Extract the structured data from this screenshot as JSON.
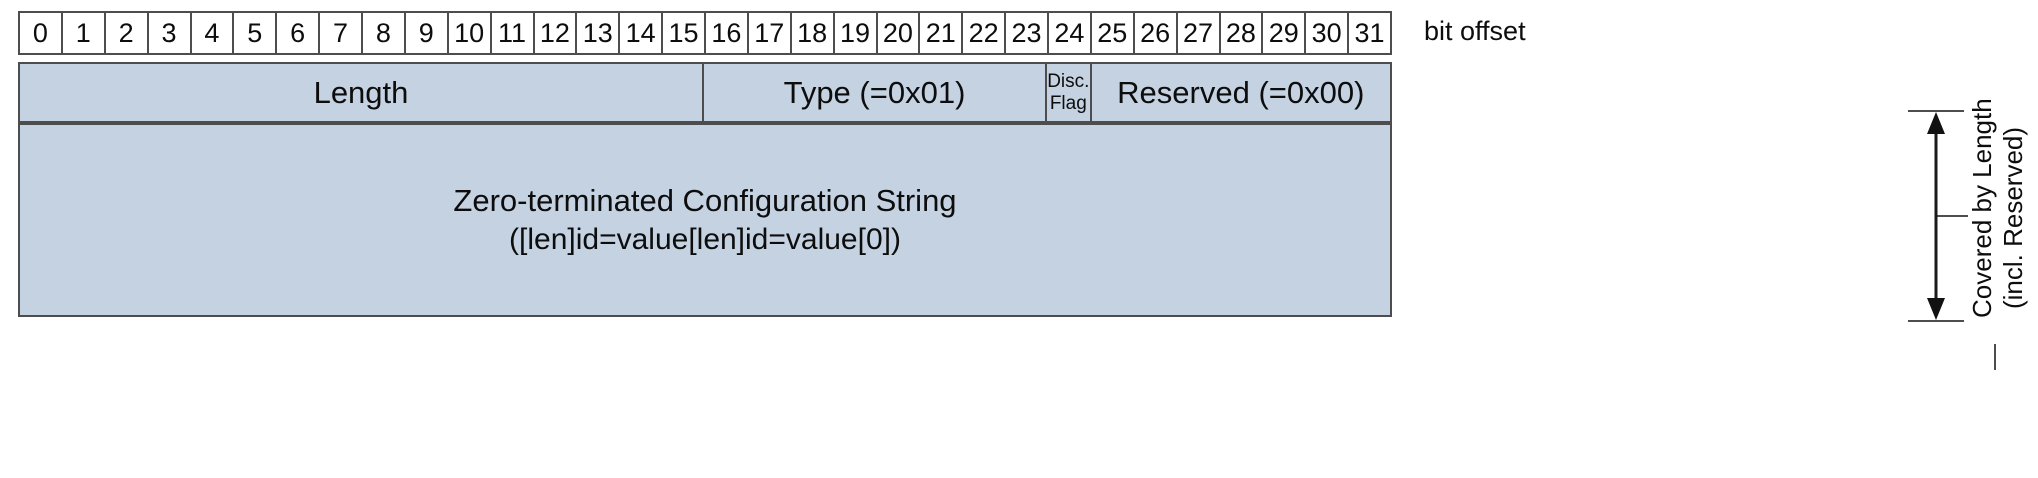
{
  "diagram": {
    "title": "Packet format diagram",
    "colors": {
      "field_fill": "#c5d2e2",
      "border": "#4d4d4d",
      "text": "#0d0d0d",
      "ruler_fill": "#ffffff",
      "background": "#ffffff"
    }
  },
  "ruler": {
    "label": "bit offset",
    "bits": [
      "0",
      "1",
      "2",
      "3",
      "4",
      "5",
      "6",
      "7",
      "8",
      "9",
      "10",
      "11",
      "12",
      "13",
      "14",
      "15",
      "16",
      "17",
      "18",
      "19",
      "20",
      "21",
      "22",
      "23",
      "24",
      "25",
      "26",
      "27",
      "28",
      "29",
      "30",
      "31"
    ]
  },
  "header_fields": [
    {
      "name": "Length",
      "bit_start": 0,
      "bit_end": 15,
      "width_bits": 16,
      "multiline": false
    },
    {
      "name": "Type (=0x01)",
      "bit_start": 16,
      "bit_end": 23,
      "width_bits": 8,
      "multiline": false
    },
    {
      "name": "Disc. Flag",
      "line1": "Disc.",
      "line2": "Flag",
      "bit_start": 24,
      "bit_end": 24,
      "width_bits": 1,
      "multiline": true
    },
    {
      "name": "Reserved (=0x00)",
      "bit_start": 25,
      "bit_end": 31,
      "width_bits": 7,
      "multiline": false
    }
  ],
  "payload": {
    "line1": "Zero-terminated Configuration String",
    "line2": "([len]id=value[len]id=value[0])"
  },
  "annotation": {
    "line1": "Covered by Length",
    "line2": "(incl. Reserved)",
    "orientation": "vertical-rotated-90ccw",
    "arrow": "double-headed"
  }
}
